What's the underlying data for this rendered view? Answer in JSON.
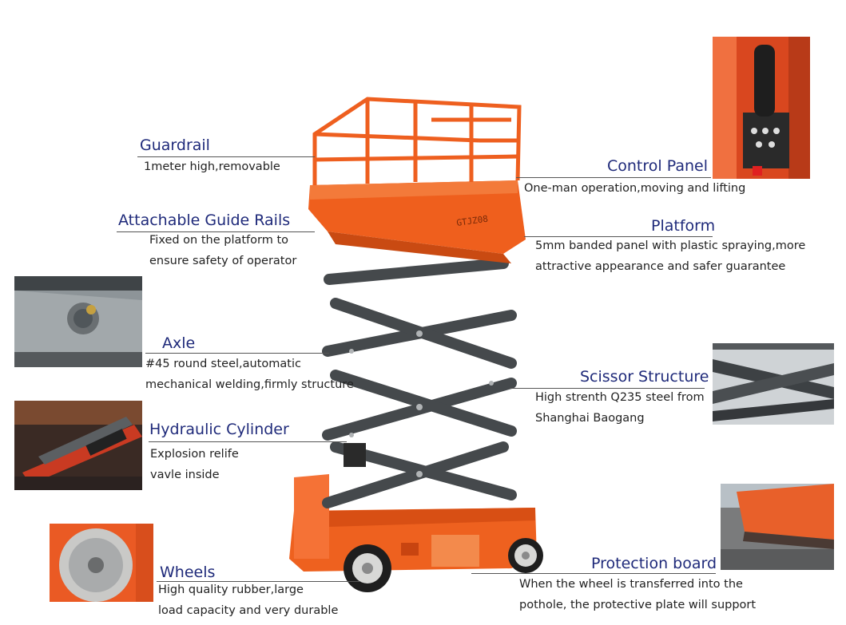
{
  "callouts": {
    "guardrail": {
      "title": "Guardrail",
      "lines": [
        "1meter high,removable"
      ]
    },
    "guide_rails": {
      "title": "Attachable Guide Rails",
      "lines": [
        "Fixed on the platform to",
        "ensure safety of operator"
      ]
    },
    "axle": {
      "title": "Axle",
      "lines": [
        "#45 round steel,automatic",
        "mechanical welding,firmly structure"
      ]
    },
    "hydraulic": {
      "title": "Hydraulic Cylinder",
      "lines": [
        "Explosion relife",
        "vavle inside"
      ]
    },
    "wheels": {
      "title": "Wheels",
      "lines": [
        "High quality rubber,large",
        "load capacity and very durable"
      ]
    },
    "control_panel": {
      "title": "Control Panel",
      "lines": [
        "One-man operation,moving and lifting"
      ]
    },
    "platform": {
      "title": "Platform",
      "lines": [
        "5mm banded panel with plastic spraying,more",
        "attractive appearance and safer guarantee"
      ]
    },
    "scissor": {
      "title": "Scissor Structure",
      "lines": [
        "High strenth Q235 steel from",
        "Shanghai Baogang"
      ]
    },
    "protection": {
      "title": "Protection board",
      "lines": [
        "When the wheel is transferred into the",
        "pothole, the protective plate will support"
      ]
    }
  },
  "machine": {
    "model_label": "GTJZ08"
  },
  "colors": {
    "title": "#1f2a7a",
    "machine_orange": "#f0621e",
    "scissor_grey": "#4a4d50",
    "text": "#222222"
  }
}
